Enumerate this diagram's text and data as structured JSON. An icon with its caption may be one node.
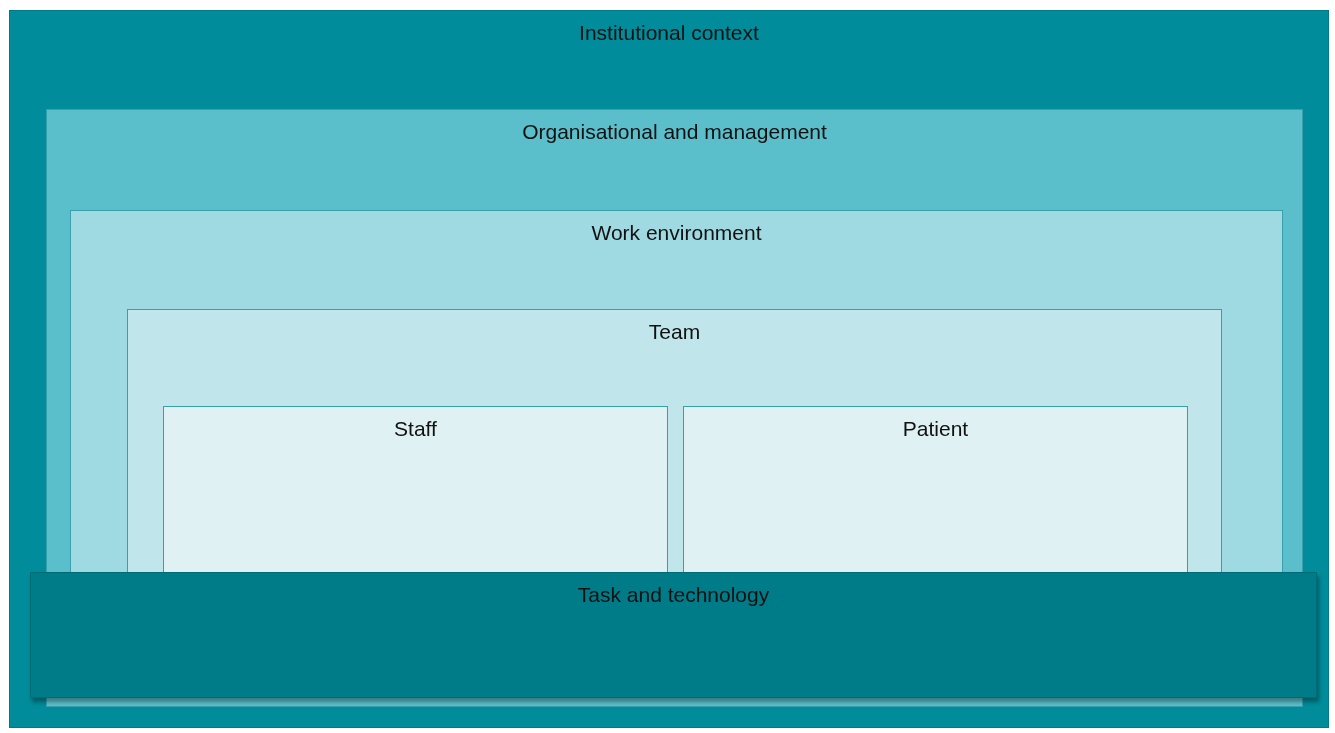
{
  "diagram": {
    "nodes": [
      {
        "text": [
          "Institutional context"
        ]
      },
      {
        "text": [
          "Organisational and management"
        ],
        "in": 0
      },
      {
        "text": [
          "Work environment"
        ],
        "in": 1
      },
      {
        "text": [
          "Team"
        ],
        "in": 2
      },
      {
        "text": [
          "Staff"
        ],
        "in": 3
      },
      {
        "text": [
          "Patient"
        ],
        "in": 3
      },
      {
        "text": [
          "Task and technology"
        ],
        "in": 1
      }
    ]
  }
}
